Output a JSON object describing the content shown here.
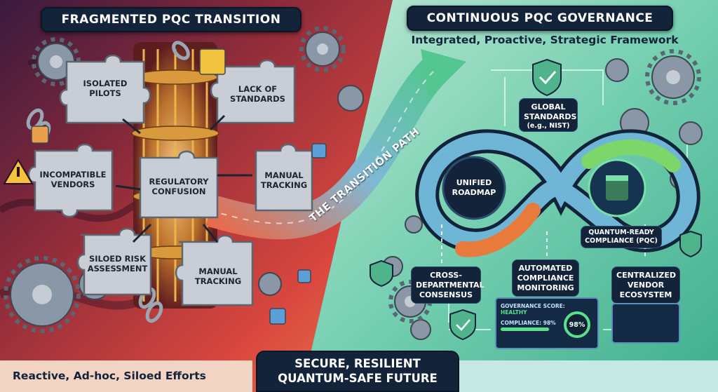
{
  "left_title": "FRAGMENTED PQC TRANSITION",
  "right_title": "CONTINUOUS PQC GOVERNANCE",
  "subtitle": "Integrated, Proactive, Strategic Framework",
  "transition_path_label": "THE TRANSITION PATH",
  "left_pieces": [
    {
      "label": "ISOLATED PILOTS"
    },
    {
      "label": "LACK OF STANDARDS"
    },
    {
      "label": "INCOMPATIBLE VENDORS"
    },
    {
      "label": "REGULATORY CONFUSION"
    },
    {
      "label": "MANUAL TRACKING"
    },
    {
      "label": "SILOED RISK ASSESSMENT"
    },
    {
      "label": "MANUAL TRACKING"
    }
  ],
  "right_nodes": {
    "global_standards": "GLOBAL STANDARDS",
    "global_standards_note": "(e.g., NIST)",
    "unified_roadmap": "UNIFIED ROADMAP",
    "quantum_ready": "QUANTUM-READY COMPLIANCE (PQC)",
    "cross_departmental": "CROSS-DEPARTMENTAL CONSENSUS",
    "automated_compliance": "AUTOMATED COMPLIANCE MONITORING",
    "centralized_vendor": "CENTRALIZED VENDOR ECOSYSTEM"
  },
  "dashboard": {
    "score_label": "GOVERNANCE SCORE:",
    "score_status": "HEALTHY",
    "compliance_label": "COMPLIANCE: 98%",
    "compliance_value": 0.98,
    "ring_value": "98%"
  },
  "bottom_left": "Reactive, Ad-hoc, Siloed Efforts",
  "bottom_center_line1": "SECURE, RESILIENT",
  "bottom_center_line2": "QUANTUM-SAFE FUTURE",
  "colors": {
    "left_red": "#c8383a",
    "left_purple": "#3a1a3e",
    "right_green": "#3fae8e",
    "right_teal": "#7ed4c4",
    "navy": "#13233a",
    "healthy_green": "#58e08a"
  }
}
